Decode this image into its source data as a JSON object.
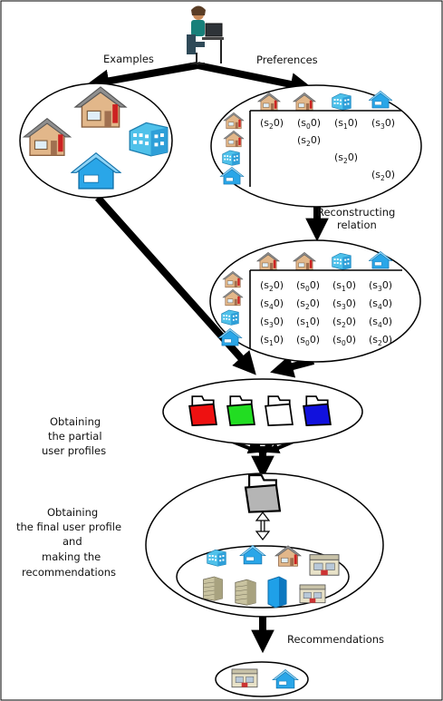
{
  "labels": {
    "examples": "Examples",
    "preferences": "Preferences",
    "reconstructing_1": "Reconstructing",
    "reconstructing_2": "relation",
    "partial_1": "Obtaining",
    "partial_2": "the partial",
    "partial_3": "user profiles",
    "final_1": "Obtaining",
    "final_2": "the final user profile",
    "final_3": "and",
    "final_4": "making the",
    "final_5": "recommendations",
    "recommendations": "Recommendations"
  },
  "preferences_matrix": [
    [
      "2",
      "0",
      "1",
      "3"
    ],
    [
      "",
      "2",
      "",
      ""
    ],
    [
      "",
      "",
      "2",
      ""
    ],
    [
      "",
      "",
      "",
      "2"
    ]
  ],
  "reconstructed_matrix": [
    [
      "2",
      "0",
      "1",
      "3"
    ],
    [
      "4",
      "2",
      "3",
      "4"
    ],
    [
      "3",
      "1",
      "2",
      "4"
    ],
    [
      "1",
      "0",
      "0",
      "2"
    ]
  ],
  "profile_folder_colors": [
    "#ee1111",
    "#22dd22",
    "#ffffff",
    "#1111dd"
  ],
  "icons": {
    "user": "user-at-computer-icon",
    "house_tan": "house-icon",
    "building_blue": "apartment-building-icon",
    "house_blue": "blue-house-icon",
    "folder": "folder-icon",
    "final_folder": "gray-folder-icon"
  }
}
